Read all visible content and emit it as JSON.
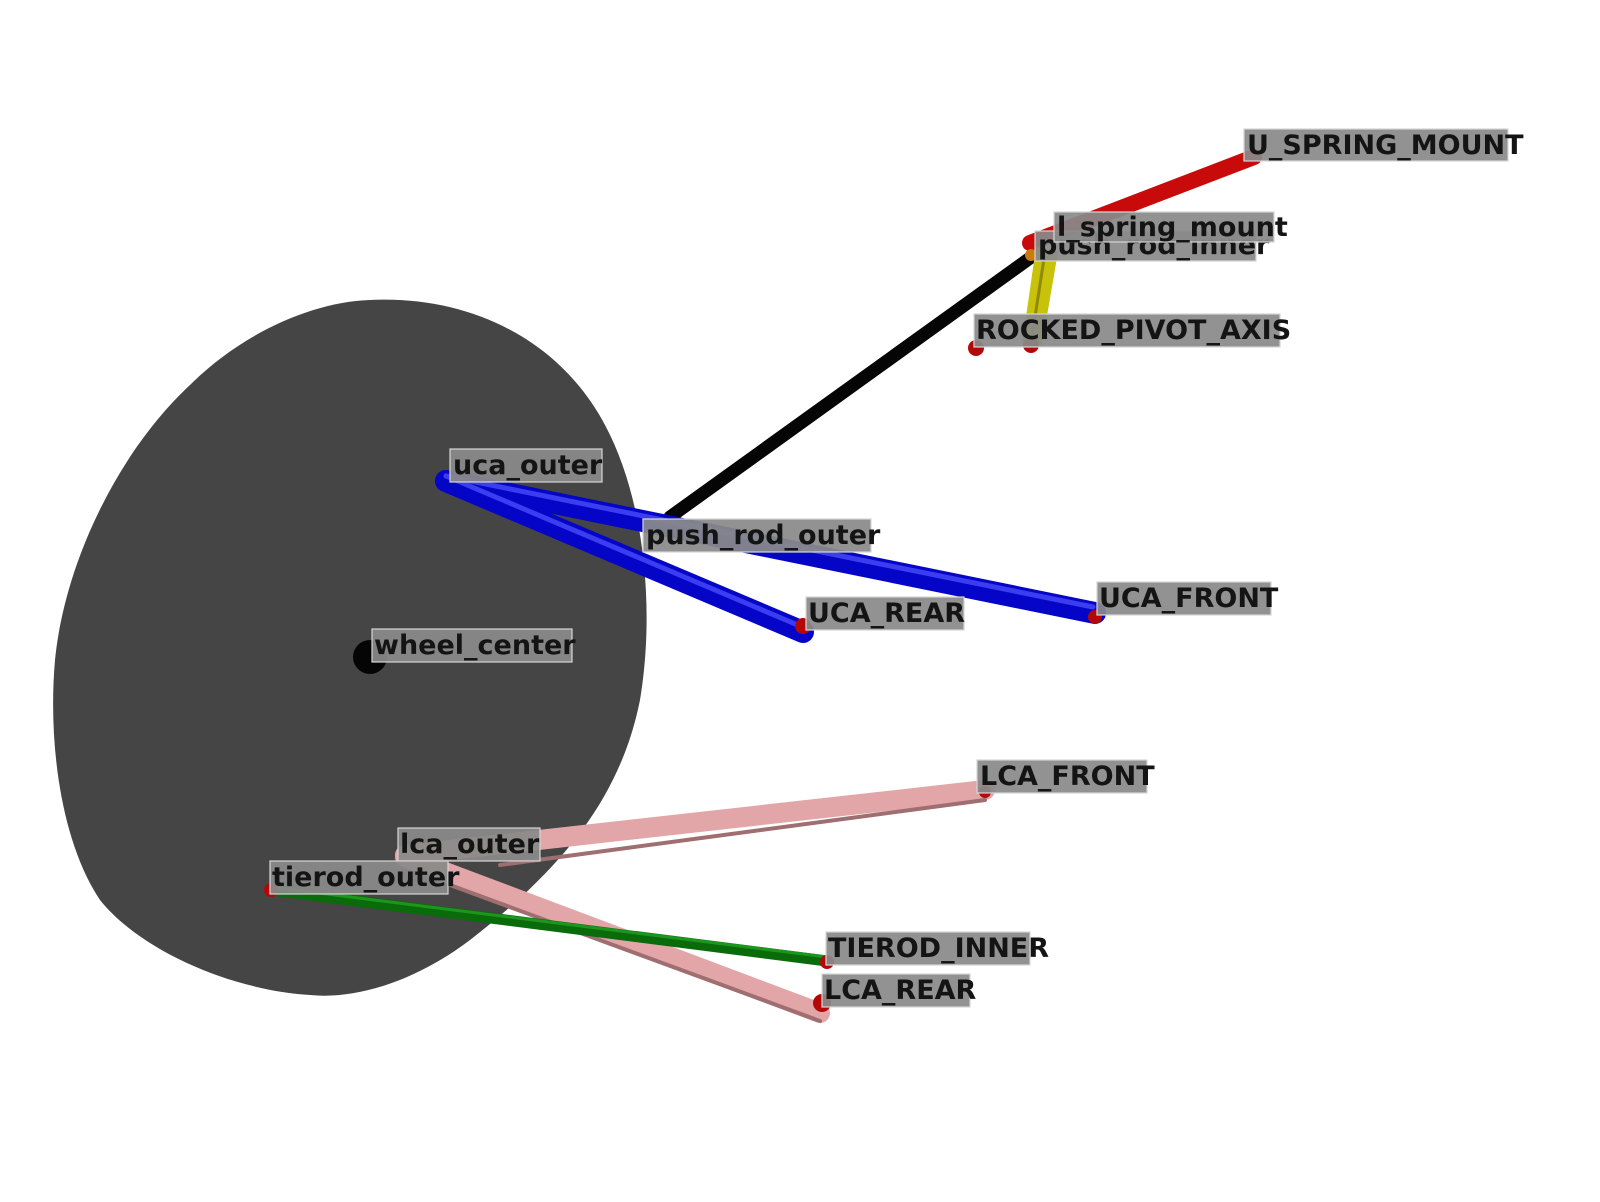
{
  "colors": {
    "background": "#ffffff",
    "wheel": "#454545",
    "upper_control_arm": "#0505c8",
    "lower_control_arm": "#e3a6a8",
    "tie_rod": "#0a6b0a",
    "push_rod": "#050505",
    "rocker": "#c8c20a",
    "spring": "#c80a0a",
    "joint": "#b40808",
    "wheel_center_marker": "#050505",
    "label_background": "#8a8a8a",
    "label_text": "#141414"
  },
  "labels": {
    "u_spring_mount": "U_SPRING_MOUNT",
    "l_spring_mount": "l_spring_mount",
    "push_rod_inner": "push_rod_inner",
    "rocked_pivot_axis": "ROCKED_PIVOT_AXIS",
    "uca_outer": "uca_outer",
    "push_rod_outer": "push_rod_outer",
    "uca_front": "UCA_FRONT",
    "uca_rear": "UCA_REAR",
    "wheel_center": "wheel_center",
    "lca_front": "LCA_FRONT",
    "lca_outer": "lca_outer",
    "tierod_outer": "tierod_outer",
    "tierod_inner": "TIEROD_INNER",
    "lca_rear": "LCA_REAR"
  }
}
